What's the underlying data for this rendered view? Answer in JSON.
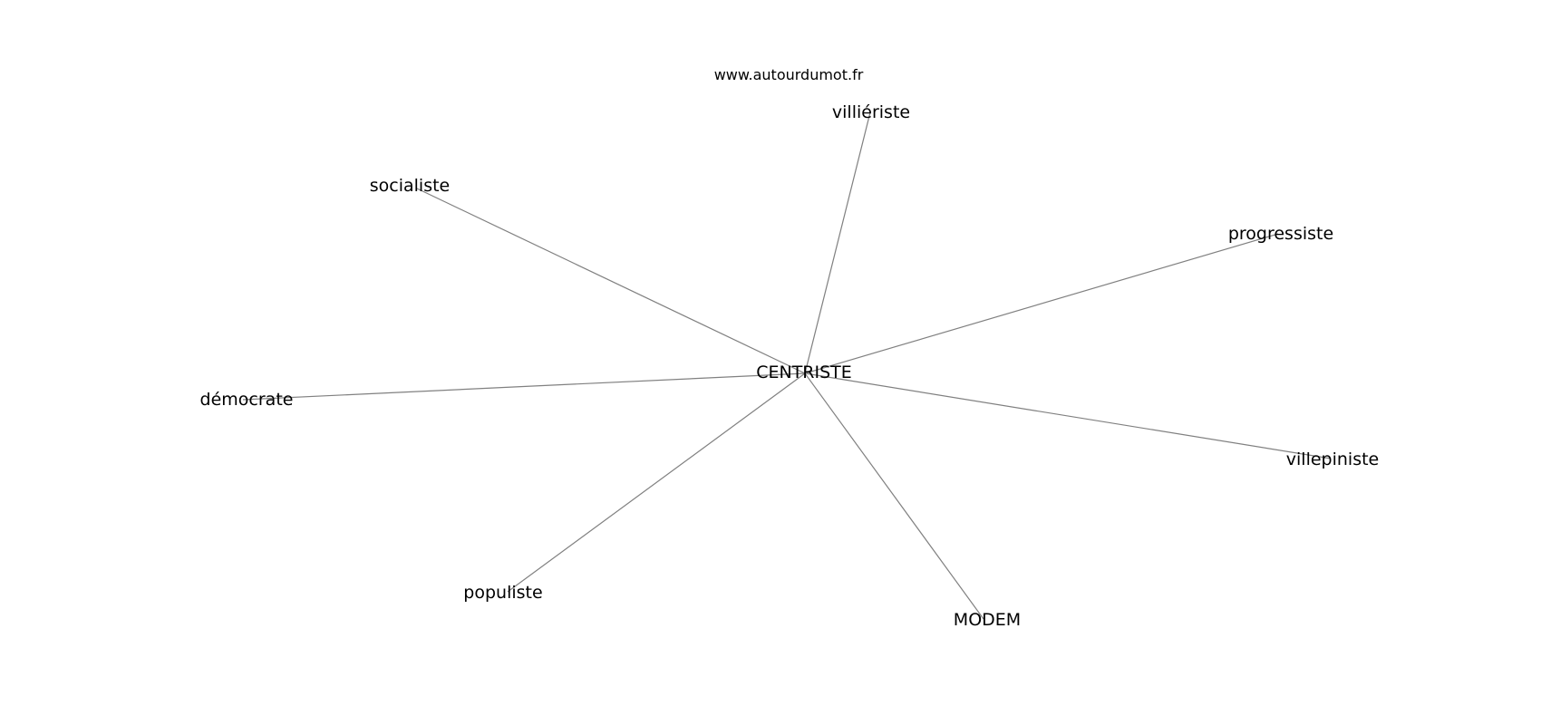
{
  "watermark": "www.autourdumot.fr",
  "graph": {
    "center": "CENTRISTE",
    "neighbors": [
      "villiériste",
      "socialiste",
      "progressiste",
      "démocrate",
      "villepiniste",
      "populiste",
      "MODEM"
    ]
  },
  "colors": {
    "edge": "#808080",
    "text": "#000000",
    "background": "#ffffff"
  }
}
